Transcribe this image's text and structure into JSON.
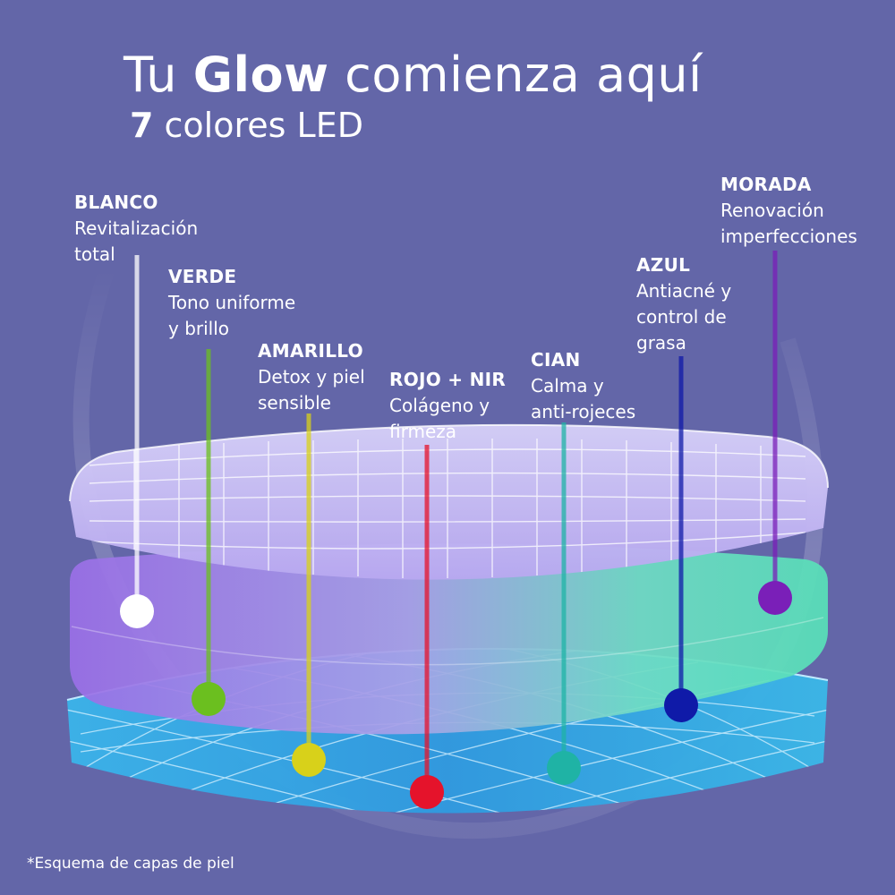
{
  "title": {
    "prefix": "Tu ",
    "highlight": "Glow",
    "suffix": " comienza aquí"
  },
  "subtitle": {
    "number": "7",
    "text": " colores LED"
  },
  "leds": [
    {
      "name": "BLANCO",
      "line1": "Revitalización",
      "line2": "total",
      "color": "#ffffff"
    },
    {
      "name": "VERDE",
      "line1": "Tono uniforme",
      "line2": "y brillo",
      "color": "#6bbf1f"
    },
    {
      "name": "AMARILLO",
      "line1": "Detox y piel",
      "line2": "sensible",
      "color": "#d8d11a"
    },
    {
      "name": "ROJO + NIR",
      "line1": "Colágeno y",
      "line2": "firmeza",
      "color": "#e5132b"
    },
    {
      "name": "CIAN",
      "line1": "Calma y",
      "line2": "anti-rojeces",
      "color": "#1fb3a5"
    },
    {
      "name": "AZUL",
      "line1": "Antiacné y",
      "line2": "control de",
      "line3": "grasa",
      "color": "#0f1aa8"
    },
    {
      "name": "MORADA",
      "line1": "Renovación",
      "line2": "imperfecciones",
      "color": "#7a1fb8"
    }
  ],
  "footnote": "*Esquema de capas de piel"
}
